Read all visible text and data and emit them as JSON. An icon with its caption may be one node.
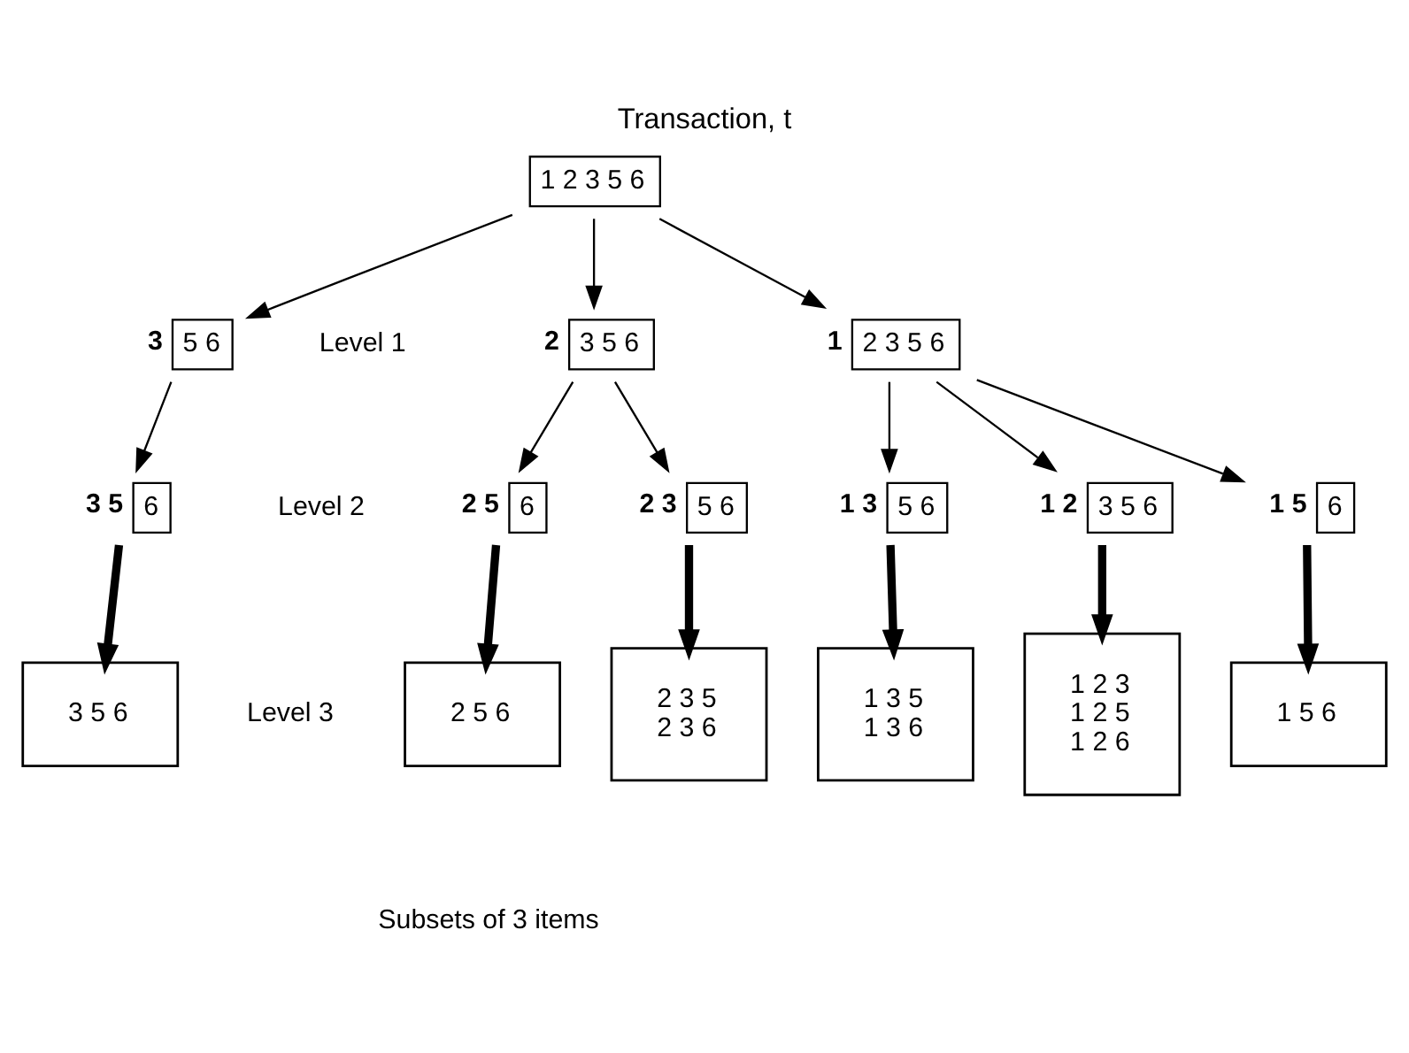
{
  "diagram": {
    "title": "Transaction, t",
    "nodes": [
      {
        "text": [
          "1 2 3 5 6"
        ]
      },
      {
        "text": [
          "2 3 5 6"
        ],
        "beside": [
          "1"
        ]
      },
      {
        "text": [
          "3 5 6"
        ],
        "beside": [
          "2"
        ]
      },
      {
        "text": [
          "5 6"
        ],
        "beside": [
          "3"
        ]
      },
      {
        "text": [
          "3 5 6"
        ],
        "beside": [
          "1 2"
        ]
      },
      {
        "text": [
          "5 6"
        ],
        "beside": [
          "1 3"
        ]
      },
      {
        "text": [
          "6"
        ],
        "beside": [
          "1 5"
        ]
      },
      {
        "text": [
          "5 6"
        ],
        "beside": [
          "2 3"
        ]
      },
      {
        "text": [
          "6"
        ],
        "beside": [
          "2 5"
        ]
      },
      {
        "text": [
          "6"
        ],
        "beside": [
          "3 5"
        ]
      },
      {
        "text": [
          "1 2 3",
          "1 2 5",
          "1 2 6"
        ]
      },
      {
        "text": [
          "1 3 5",
          "1 3 6"
        ]
      },
      {
        "text": [
          "1 5 6"
        ]
      },
      {
        "text": [
          "2 3 5",
          "2 3 6"
        ]
      },
      {
        "text": [
          "2 5 6"
        ]
      },
      {
        "text": [
          "3 5 6"
        ]
      }
    ],
    "edges": [
      {
        "from": 0,
        "to": 1,
        "arrow": "to"
      },
      {
        "from": 0,
        "to": 2,
        "arrow": "to"
      },
      {
        "from": 0,
        "to": 3,
        "arrow": "to"
      },
      {
        "from": 1,
        "to": 4,
        "arrow": "to"
      },
      {
        "from": 1,
        "to": 5,
        "arrow": "to"
      },
      {
        "from": 1,
        "to": 6,
        "arrow": "to"
      },
      {
        "from": 2,
        "to": 7,
        "arrow": "to"
      },
      {
        "from": 2,
        "to": 8,
        "arrow": "to"
      },
      {
        "from": 3,
        "to": 9,
        "arrow": "to"
      },
      {
        "from": 4,
        "to": 10,
        "arrow": "to",
        "style": "thick"
      },
      {
        "from": 5,
        "to": 11,
        "arrow": "to",
        "style": "thick"
      },
      {
        "from": 6,
        "to": 12,
        "arrow": "to",
        "style": "thick"
      },
      {
        "from": 7,
        "to": 13,
        "arrow": "to",
        "style": "thick"
      },
      {
        "from": 8,
        "to": 14,
        "arrow": "to",
        "style": "thick"
      },
      {
        "from": 9,
        "to": 15,
        "arrow": "to",
        "style": "thick"
      }
    ],
    "labels": [
      "Level 1",
      "Level 2",
      "Level 3",
      "Subsets of 3 items"
    ]
  }
}
